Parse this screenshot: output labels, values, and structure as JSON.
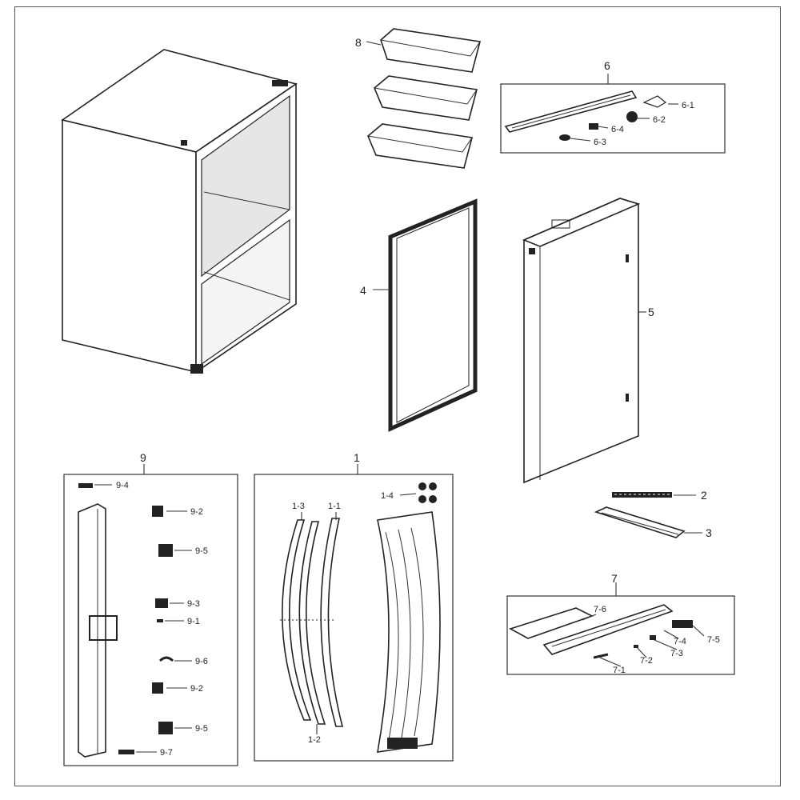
{
  "diagram": {
    "labels": {
      "l1": "1",
      "l1_1": "1-1",
      "l1_2": "1-2",
      "l1_3": "1-3",
      "l1_4": "1-4",
      "l2": "2",
      "l3": "3",
      "l4": "4",
      "l5": "5",
      "l6": "6",
      "l6_1": "6-1",
      "l6_2": "6-2",
      "l6_3": "6-3",
      "l6_4": "6-4",
      "l7": "7",
      "l7_1": "7-1",
      "l7_2": "7-2",
      "l7_3": "7-3",
      "l7_4": "7-4",
      "l7_5": "7-5",
      "l7_6": "7-6",
      "l8": "8",
      "l9": "9",
      "l9_1": "9-1",
      "l9_2a": "9-2",
      "l9_2b": "9-2",
      "l9_3": "9-3",
      "l9_4": "9-4",
      "l9_5a": "9-5",
      "l9_5b": "9-5",
      "l9_6": "9-6",
      "l9_7": "9-7"
    },
    "colors": {
      "line": "#222222",
      "glass": "#e6e6e6",
      "fill": "#ffffff"
    }
  }
}
